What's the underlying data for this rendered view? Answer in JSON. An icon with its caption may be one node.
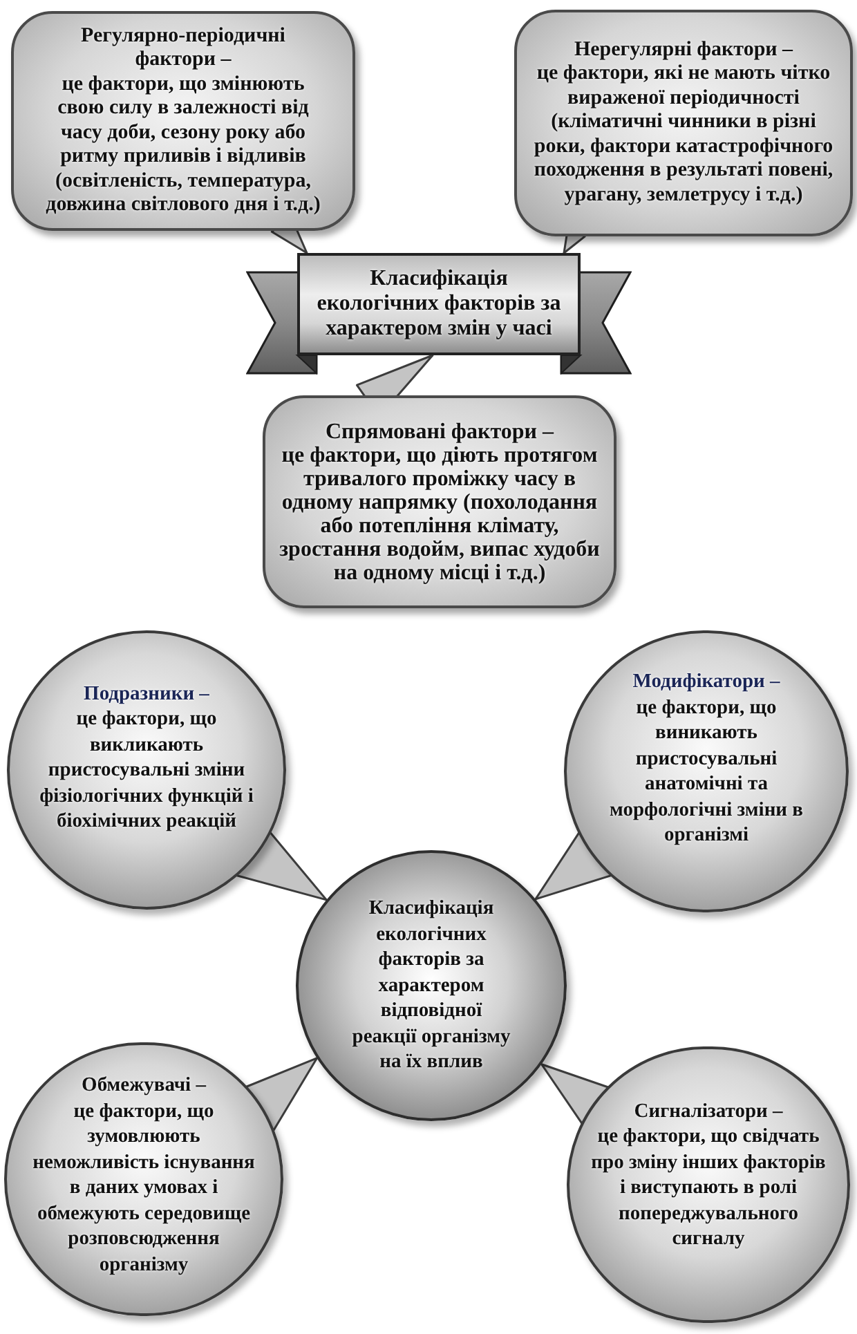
{
  "diagram": {
    "nodes": [
      {
        "text": [
          "Регулярно-періодичні фактори –",
          "це фактори, що змінюють свою силу в залежності від часу доби, сезону року або ритму приливів і відливів (освітленість, температура, довжина світлового дня і т.д.)"
        ]
      },
      {
        "text": [
          "Нерегулярні фактори –",
          "це фактори, які не мають чітко вираженої періодичності (кліматичні чинники в різні роки, фактори катастрофічного походження в результаті повені, урагану, землетрусу і т.д.)"
        ]
      },
      {
        "text": [
          "Класифікація екологічних факторів за характером змін у часі"
        ]
      },
      {
        "text": [
          "Спрямовані фактори –",
          "це фактори, що діють протягом тривалого проміжку часу в одному напрямку (похолодання або потепління клімату, зростання водойм, випас худоби на одному місці і т.д.)"
        ]
      },
      {
        "text": [
          "Подразники –",
          "це фактори, що викликають пристосувальні зміни фізіологічних функцій і біохімічних реакцій"
        ]
      },
      {
        "text": [
          "Модифікатори –",
          "це фактори, що виникають пристосувальні анатомічні та морфологічні зміни в організмі"
        ]
      },
      {
        "text": [
          "Класифікація екологічних факторів за характером відповідної реакції організму на їх вплив"
        ]
      },
      {
        "text": [
          "Обмежувачі –",
          "це фактори, що зумовлюють неможливість існування в даних умовах і обмежують середовище розповсюдження організму"
        ]
      },
      {
        "text": [
          "Сигналізатори –",
          "це фактори, що свідчать про зміну інших факторів і виступають в ролі попереджувального сигналу"
        ]
      }
    ],
    "edges": [
      {
        "from": 0,
        "to": 2,
        "arrow": "to"
      },
      {
        "from": 1,
        "to": 2,
        "arrow": "to"
      },
      {
        "from": 3,
        "to": 2,
        "arrow": "to"
      },
      {
        "from": 4,
        "to": 6,
        "arrow": "to"
      },
      {
        "from": 5,
        "to": 6,
        "arrow": "to"
      },
      {
        "from": 7,
        "to": 6,
        "arrow": "to"
      },
      {
        "from": 8,
        "to": 6,
        "arrow": "to"
      }
    ]
  }
}
